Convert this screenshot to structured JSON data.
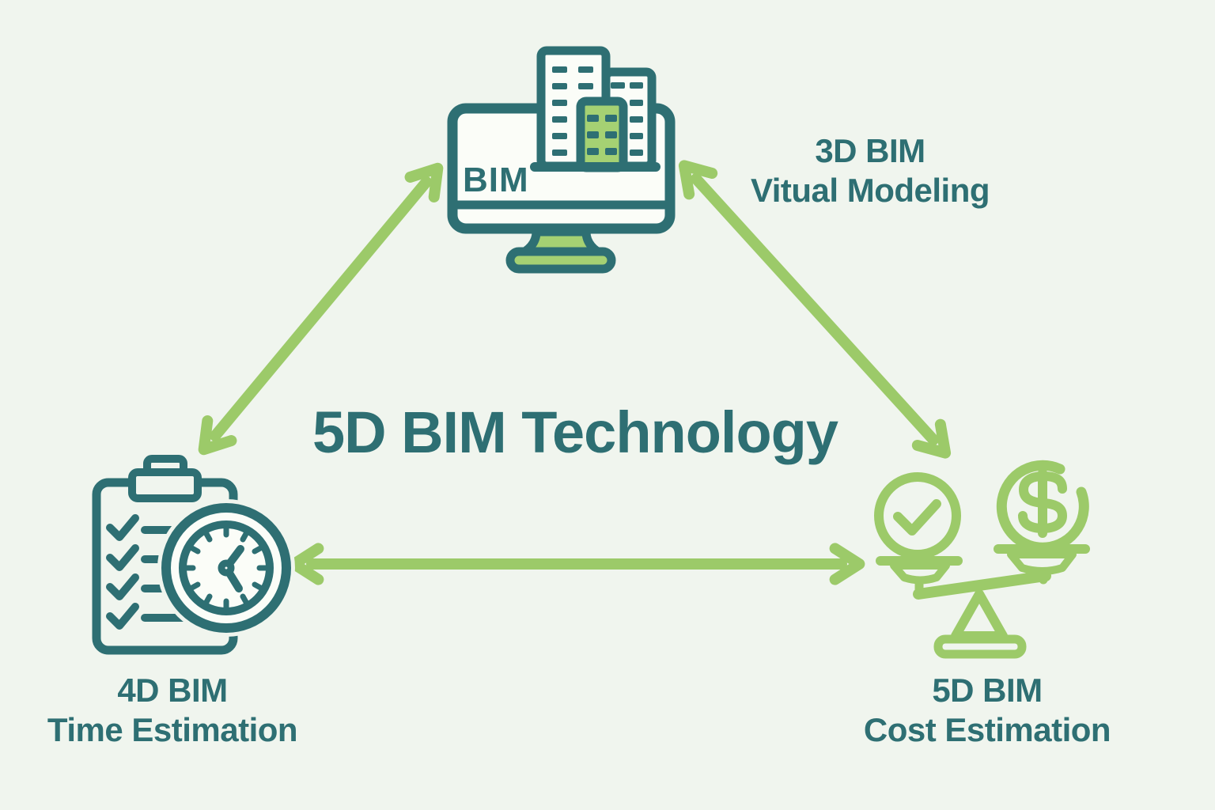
{
  "title": "5D BIM Technology",
  "colors": {
    "background": "#f0f5ee",
    "teal": "#2e6f73",
    "green": "#9cca69",
    "green_fill": "#a5d173"
  },
  "nodes": {
    "top": {
      "line1": "3D BIM",
      "line2": "Vitual Modeling",
      "monitor_label": "BIM",
      "icon": "bim-monitor-icon"
    },
    "left": {
      "line1": "4D BIM",
      "line2": "Time Estimation",
      "icon": "clipboard-clock-icon"
    },
    "right": {
      "line1": "5D BIM",
      "line2": "Cost Estimation",
      "icon": "balance-scale-icon"
    }
  },
  "icons": {
    "dollar_glyph": "$"
  }
}
